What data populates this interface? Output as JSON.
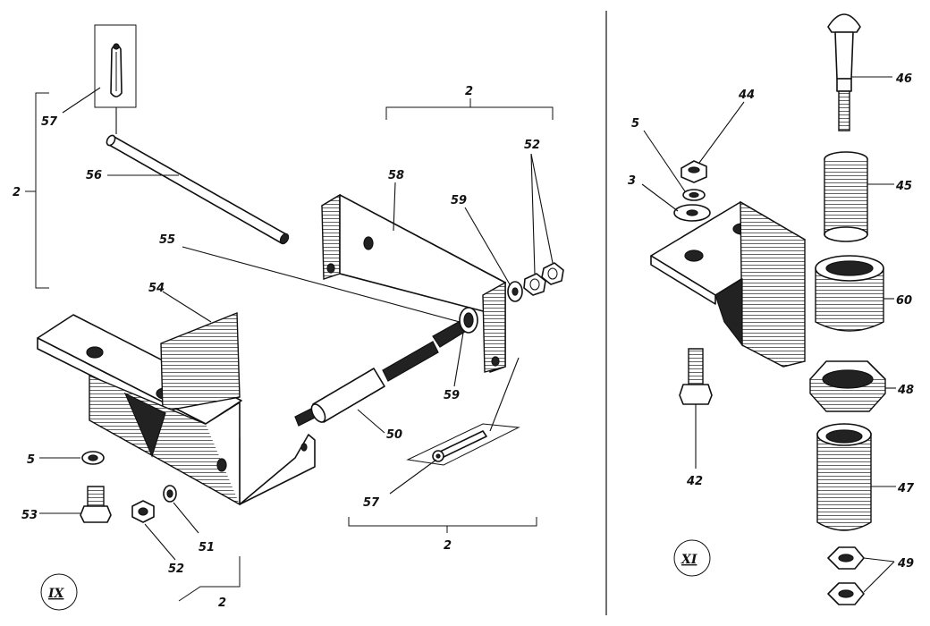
{
  "views": {
    "left": {
      "roman": "IX"
    },
    "right": {
      "roman": "XI"
    }
  },
  "callouts": {
    "n57a": "57",
    "n56": "56",
    "n2left": "2",
    "n58": "58",
    "n2top": "2",
    "n52top": "52",
    "n59top": "59",
    "n55": "55",
    "n54": "54",
    "n59bot": "59",
    "n50": "50",
    "n57b": "57",
    "n2bot": "2",
    "n5left": "5",
    "n53": "53",
    "n52bot": "52",
    "n51": "51",
    "n2small": "2",
    "n44": "44",
    "n5right": "5",
    "n3": "3",
    "n46": "46",
    "n45": "45",
    "n60": "60",
    "n48": "48",
    "n42": "42",
    "n47": "47",
    "n49": "49"
  }
}
